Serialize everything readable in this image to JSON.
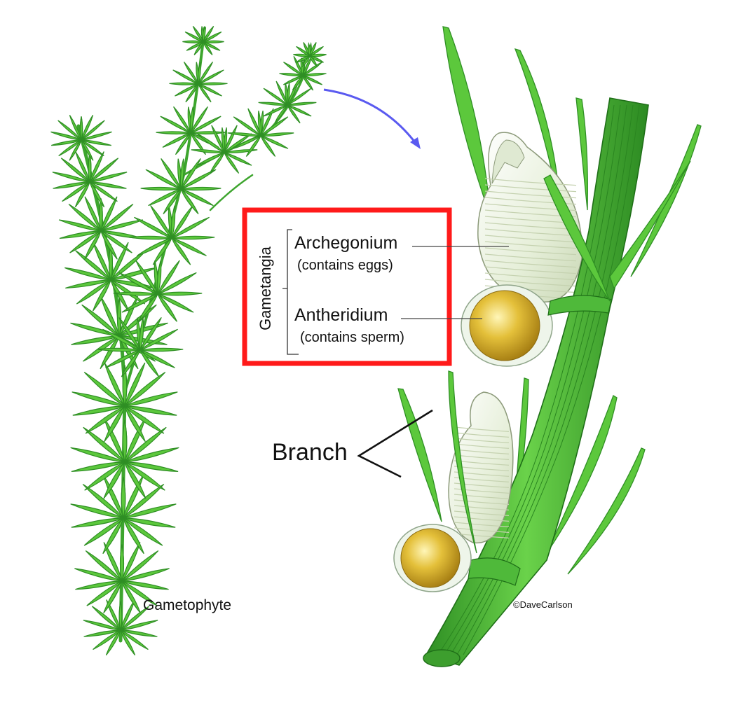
{
  "labels": {
    "gametangia": "Gametangia",
    "archegonium": "Archegonium",
    "archegonium_note": "(contains eggs)",
    "antheridium": "Antheridium",
    "antheridium_note": "(contains sperm)",
    "branch": "Branch",
    "gametophyte": "Gametophyte",
    "credit": "©DaveCarlson"
  },
  "colors": {
    "leaf": "#5cc83c",
    "leaf_dark": "#2f8f24",
    "stem": "#3faa30",
    "highlight_box": "#ff1a1a",
    "arrow": "#5a5af0",
    "antheridium_fill": "#d9b52a",
    "archegonium_fill": "#eef2e6"
  }
}
